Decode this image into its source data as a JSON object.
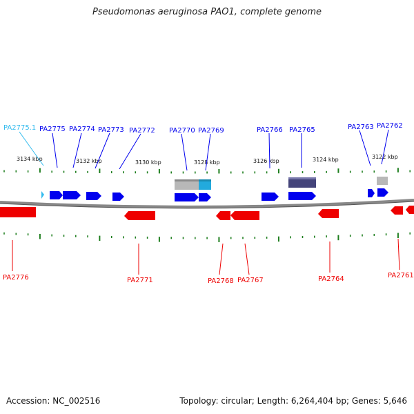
{
  "header": {
    "title": "Pseudomonas aeruginosa PAO1, complete genome"
  },
  "footer": {
    "accession": "Accession: NC_002516",
    "summary": "Topology: circular; Length: 6,264,404 bp; Genes: 5,646"
  },
  "colors": {
    "forward_gene": "#0000ee",
    "reverse_gene": "#ee0000",
    "rna_label": "#33bbee",
    "tick": "#1e7e1e",
    "backbone": "#888888",
    "highlight_block": "#44447a",
    "grey_block": "#b8b8b8",
    "cyan_block": "#22aadd"
  },
  "ruler": {
    "labels": [
      "3134 kbp",
      "3132 kbp",
      "3130 kbp",
      "3128 kbp",
      "3126 kbp",
      "3124 kbp",
      "3122 kbp"
    ]
  },
  "genes": {
    "top": [
      {
        "id": "PA2775.1",
        "kind": "rna"
      },
      {
        "id": "PA2775",
        "kind": "forward"
      },
      {
        "id": "PA2774",
        "kind": "forward"
      },
      {
        "id": "PA2773",
        "kind": "forward"
      },
      {
        "id": "PA2772",
        "kind": "forward"
      },
      {
        "id": "PA2770",
        "kind": "forward"
      },
      {
        "id": "PA2769",
        "kind": "forward"
      },
      {
        "id": "PA2766",
        "kind": "forward"
      },
      {
        "id": "PA2765",
        "kind": "forward"
      },
      {
        "id": "PA2763",
        "kind": "forward"
      },
      {
        "id": "PA2762",
        "kind": "forward"
      }
    ],
    "bottom": [
      {
        "id": "PA2776",
        "kind": "reverse"
      },
      {
        "id": "PA2771",
        "kind": "reverse"
      },
      {
        "id": "PA2768",
        "kind": "reverse"
      },
      {
        "id": "PA2767",
        "kind": "reverse"
      },
      {
        "id": "PA2764",
        "kind": "reverse"
      },
      {
        "id": "PA2761",
        "kind": "reverse"
      }
    ]
  }
}
